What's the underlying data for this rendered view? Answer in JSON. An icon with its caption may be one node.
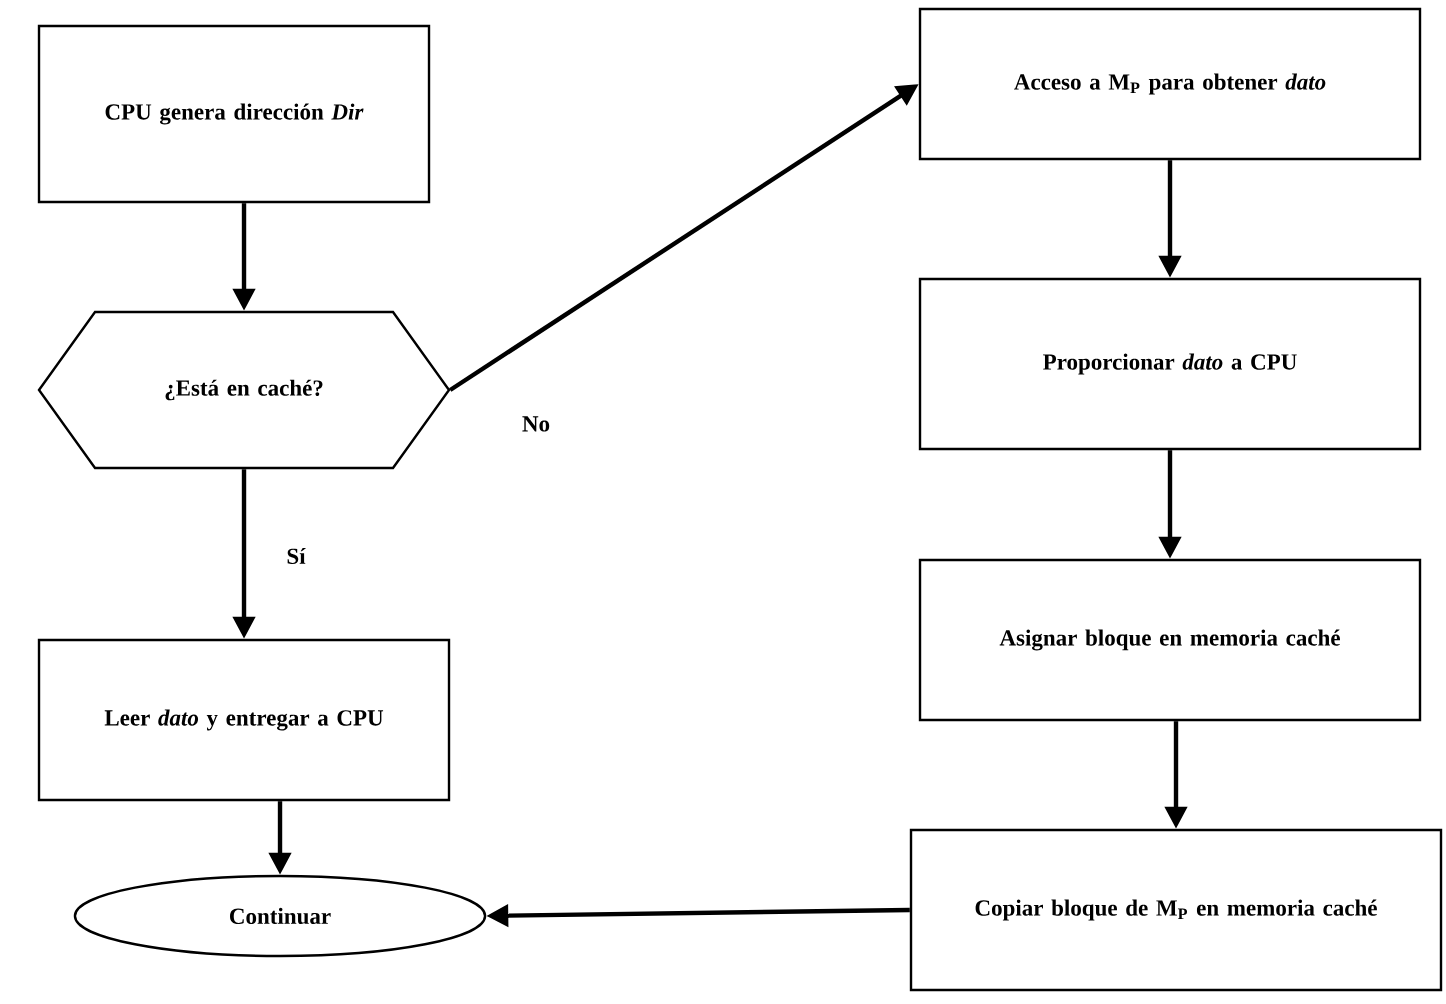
{
  "diagram": {
    "nodes": [
      {
        "text": [
          "CPU genera dirección *Dir*"
        ]
      },
      {
        "text": [
          "¿Está en caché?"
        ]
      },
      {
        "text": [
          "Leer *dato* y entregar a CPU"
        ]
      },
      {
        "text": [
          "Continuar"
        ]
      },
      {
        "text": [
          "Acceso a M$_{P}$ para obtener *dato*"
        ]
      },
      {
        "text": [
          "Proporcionar *dato* a CPU"
        ]
      },
      {
        "text": [
          "Asignar bloque en memoria caché"
        ]
      },
      {
        "text": [
          "Copiar bloque de M$_{P}$ en memoria caché"
        ]
      }
    ],
    "edges": [
      {
        "from": 0,
        "to": 1,
        "arrow": "to"
      },
      {
        "from": 1,
        "to": 2,
        "arrow": "to",
        "label": "Sí"
      },
      {
        "from": 1,
        "to": 4,
        "arrow": "to",
        "label": "No"
      },
      {
        "from": 4,
        "to": 5,
        "arrow": "to"
      },
      {
        "from": 5,
        "to": 6,
        "arrow": "to"
      },
      {
        "from": 6,
        "to": 7,
        "arrow": "to"
      },
      {
        "from": 2,
        "to": 3,
        "arrow": "to"
      },
      {
        "from": 7,
        "to": 3,
        "arrow": "to"
      }
    ]
  }
}
